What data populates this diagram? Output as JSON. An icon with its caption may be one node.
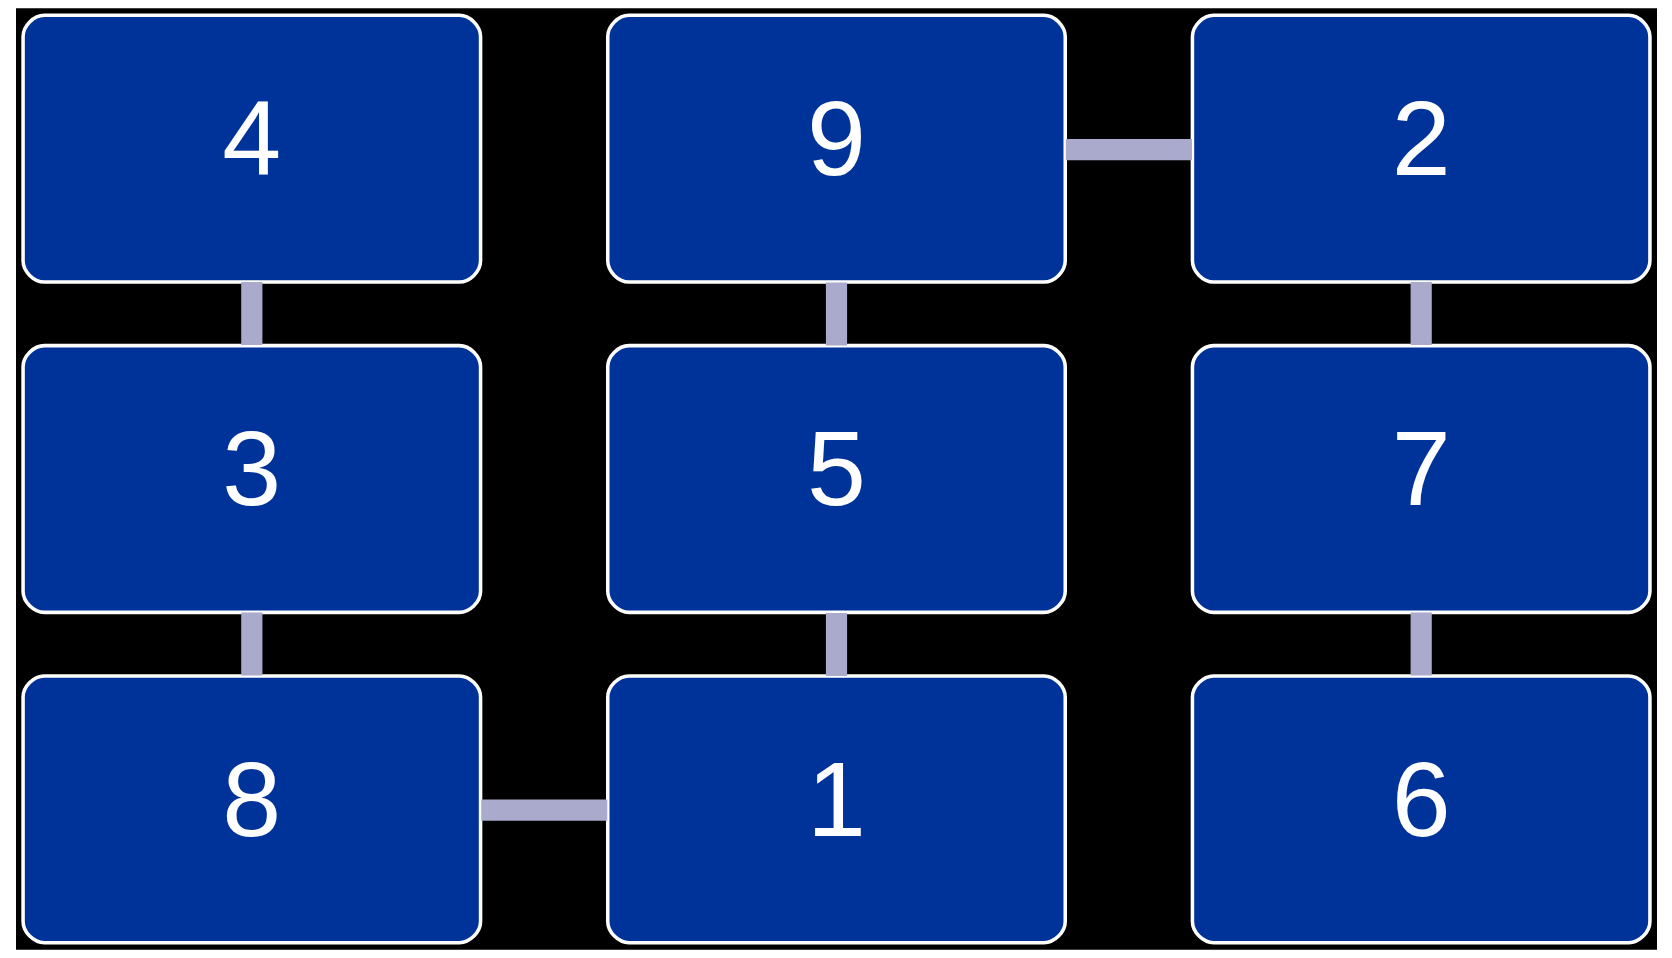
{
  "diagram": {
    "nodes": [
      {
        "text": [
          "4"
        ]
      },
      {
        "text": [
          "9"
        ]
      },
      {
        "text": [
          "2"
        ]
      },
      {
        "text": [
          "3"
        ]
      },
      {
        "text": [
          "5"
        ]
      },
      {
        "text": [
          "7"
        ]
      },
      {
        "text": [
          "8"
        ]
      },
      {
        "text": [
          "1"
        ]
      },
      {
        "text": [
          "6"
        ]
      }
    ],
    "edges": [
      {
        "from": 0,
        "to": 3,
        "arrow": "none"
      },
      {
        "from": 3,
        "to": 6,
        "arrow": "none"
      },
      {
        "from": 6,
        "to": 7,
        "arrow": "none"
      },
      {
        "from": 7,
        "to": 4,
        "arrow": "none"
      },
      {
        "from": 4,
        "to": 1,
        "arrow": "none"
      },
      {
        "from": 1,
        "to": 2,
        "arrow": "none"
      },
      {
        "from": 2,
        "to": 5,
        "arrow": "none"
      },
      {
        "from": 5,
        "to": 8,
        "arrow": "none"
      }
    ]
  }
}
